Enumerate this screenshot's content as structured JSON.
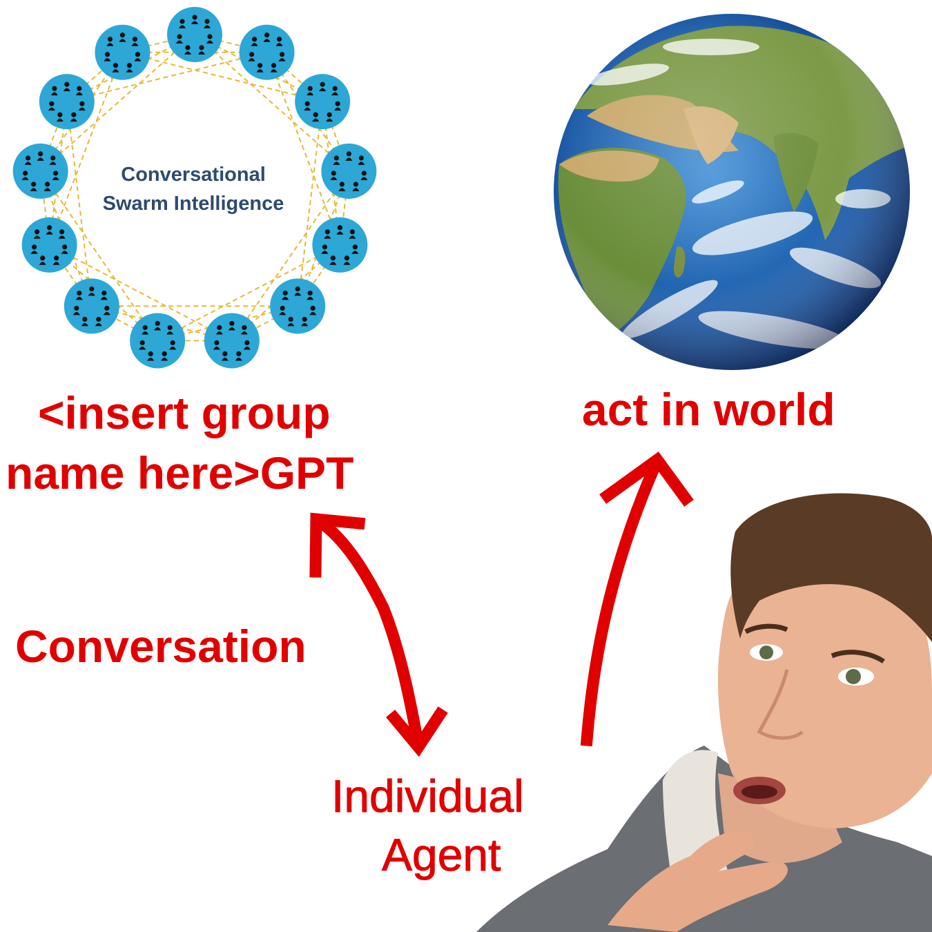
{
  "swarm": {
    "title_line1": "Conversational",
    "title_line2": "Swarm Intelligence",
    "node_count": 13
  },
  "labels": {
    "group_line1": "<insert group",
    "group_line2": "name here>GPT",
    "world": "act in world",
    "conversation": "Conversation",
    "agent_line1": "Individual",
    "agent_line2": "Agent"
  },
  "colors": {
    "accent": "#e00000",
    "node_fill": "#2da7d6",
    "swarm_link": "#e3b83a",
    "swarm_text": "#2f4a6e",
    "ocean": "#1d5fae",
    "land": "#5f8a3a",
    "desert": "#c9a86a"
  }
}
